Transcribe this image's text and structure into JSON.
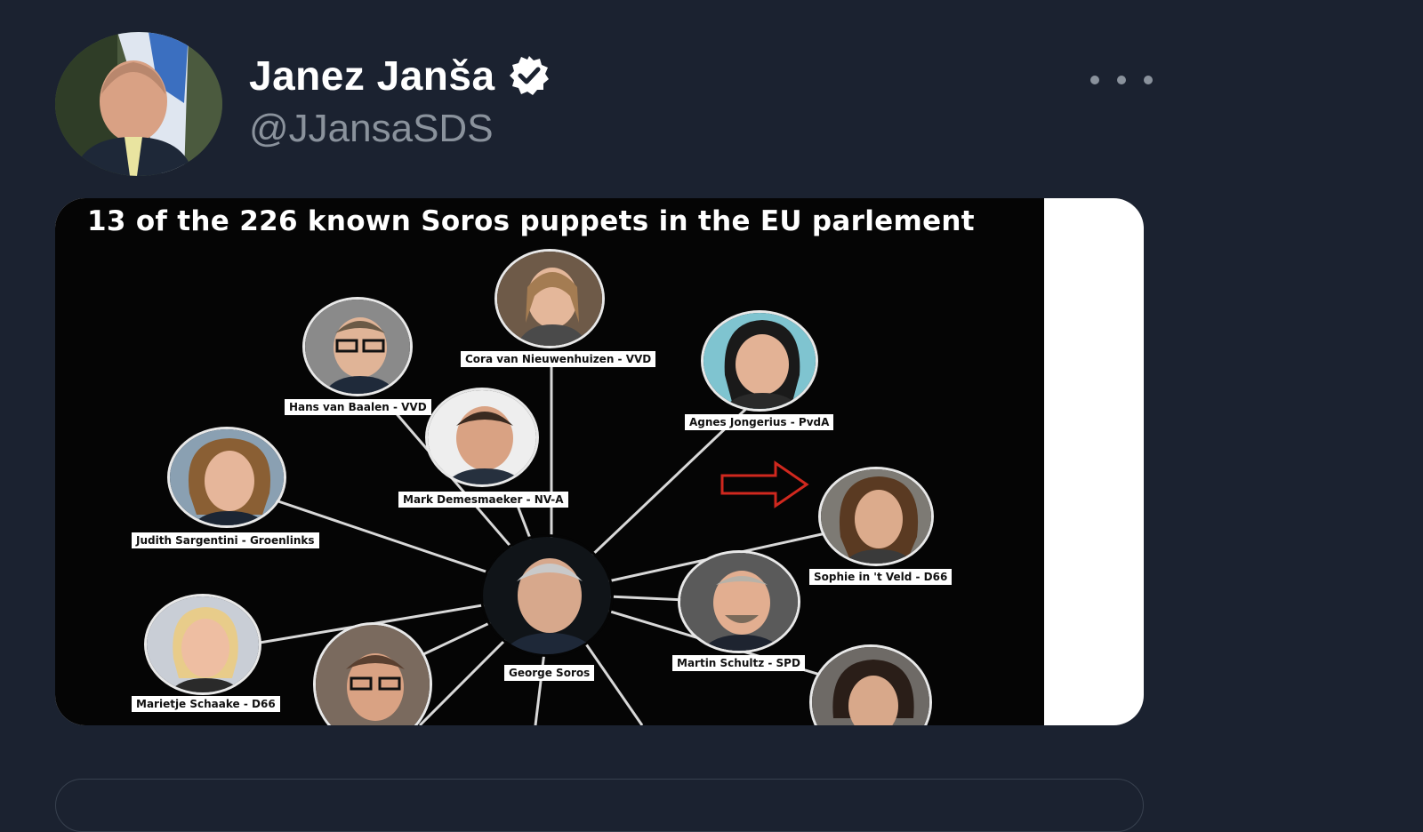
{
  "tweet": {
    "display_name": "Janez Janša",
    "handle": "@JJansaSDS",
    "more_icon": "more-horizontal-icon",
    "verified_icon": "verified-badge-icon"
  },
  "image": {
    "title": "13 of the 226 known Soros puppets in the EU parlement",
    "people": {
      "cora": "Cora van Nieuwenhuizen - VVD",
      "hans": "Hans van Baalen - VVD",
      "agnes": "Agnes Jongerius - PvdA",
      "mark": "Mark Demesmaeker - NV-A",
      "judith": "Judith Sargentini - Groenlinks",
      "sophie": "Sophie in 't Veld - D66",
      "martin": "Martin Schultz - SPD",
      "george": "George Soros",
      "marietje": "Marietje Schaake - D66"
    },
    "arrow_color": "#d0281e"
  }
}
